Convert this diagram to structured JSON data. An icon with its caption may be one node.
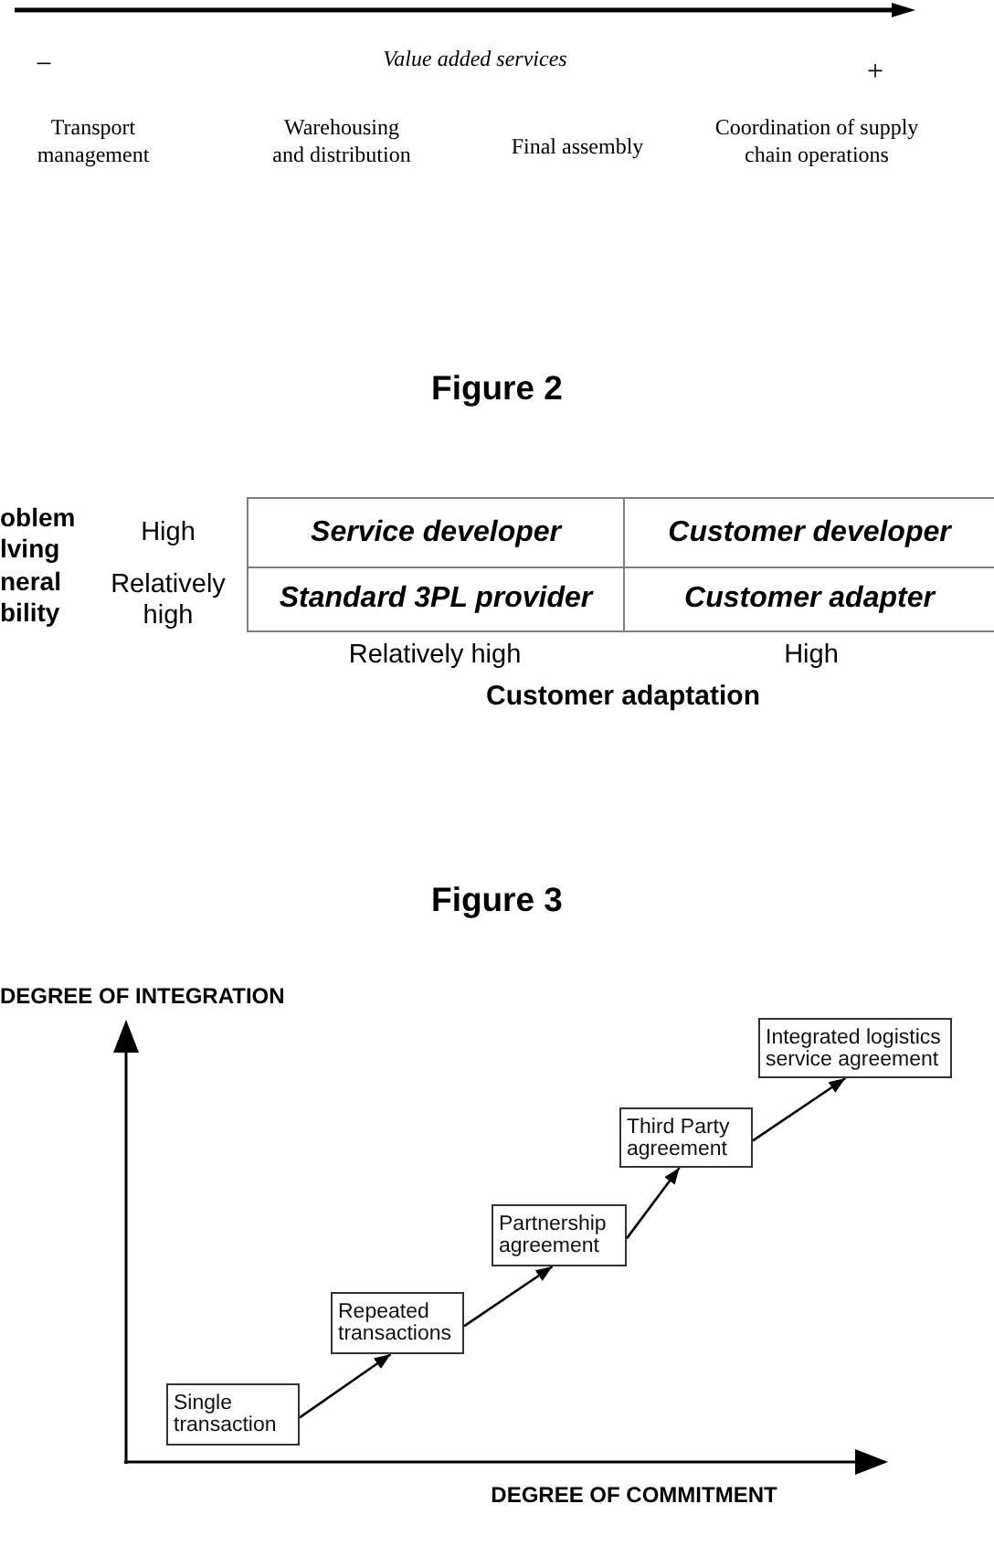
{
  "diagram": {
    "nodes": [
      {
        "text": [
          "Single transaction"
        ]
      },
      {
        "text": [
          "Repeated transactions"
        ]
      },
      {
        "text": [
          "Partnership agreement"
        ]
      },
      {
        "text": [
          "Third Party agreement"
        ]
      },
      {
        "text": [
          "Integrated logistics service agreement"
        ]
      }
    ],
    "edges": [
      {
        "from": 0,
        "to": 1,
        "arrow": "to"
      },
      {
        "from": 1,
        "to": 2,
        "arrow": "to"
      },
      {
        "from": 2,
        "to": 3,
        "arrow": "to"
      },
      {
        "from": 3,
        "to": 4,
        "arrow": "to"
      }
    ],
    "labels": [
      "−",
      "Value added services",
      "+",
      "Transport management",
      "Warehousing and distribution",
      "Final assembly",
      "Coordination of supply chain operations",
      "Figure 2",
      "oblem lving neral bility",
      "High",
      "Service developer",
      "Customer developer",
      "Relatively high",
      "Standard 3PL provider",
      "Customer adapter",
      "Relatively high",
      "High",
      "Customer adaptation",
      "Figure 3",
      "DEGREE OF INTEGRATION",
      "DEGREE OF COMMITMENT"
    ]
  }
}
